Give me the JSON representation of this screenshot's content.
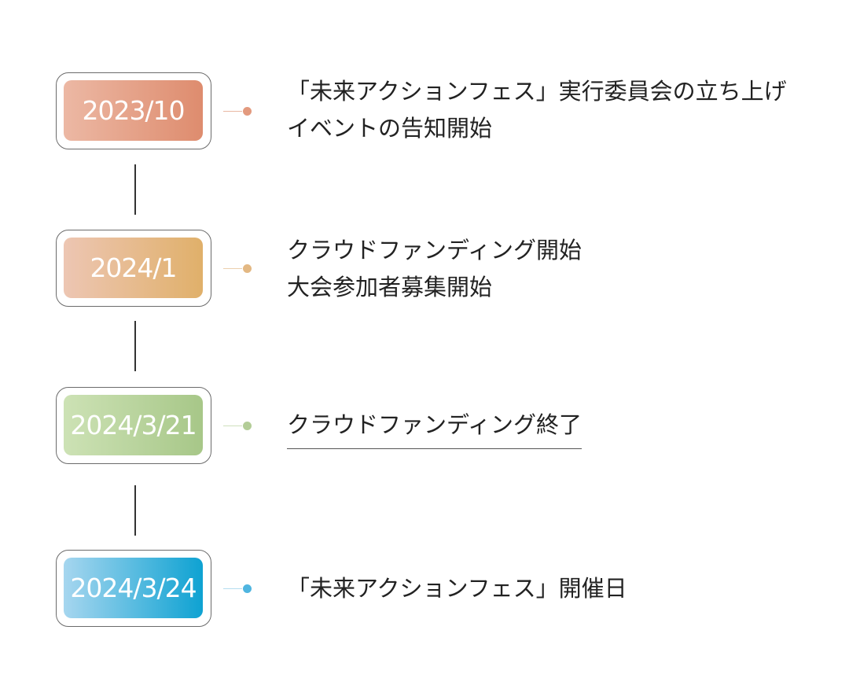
{
  "timeline": {
    "entries": [
      {
        "date": "2023/10",
        "lines": [
          "「未来アクションフェス」実行委員会の立ち上げ",
          "イベントの告知開始"
        ],
        "color": "#de8c6e"
      },
      {
        "date": "2024/1",
        "lines": [
          "クラウドファンディング開始",
          "大会参加者募集開始"
        ],
        "color": "#e0b06a"
      },
      {
        "date": "2024/3/21",
        "lines": [
          "クラウドファンディング終了"
        ],
        "color": "#a7c788"
      },
      {
        "date": "2024/3/24",
        "lines": [
          "「未来アクションフェス」開催日"
        ],
        "color": "#0ea2d2"
      }
    ]
  }
}
